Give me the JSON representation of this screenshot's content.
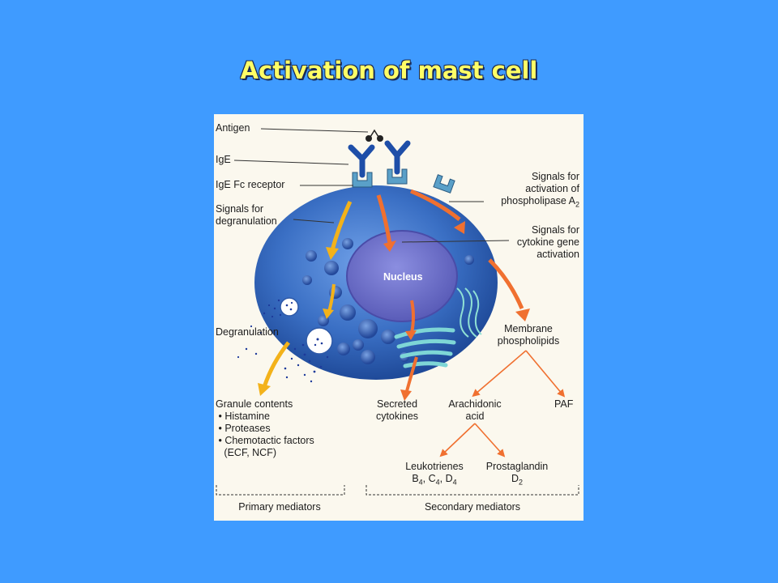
{
  "slide": {
    "title": "Activation of mast cell"
  },
  "labels": {
    "antigen": "Antigen",
    "ige": "IgE",
    "ige_fc_receptor": "IgE Fc receptor",
    "signals_degranulation_1": "Signals for",
    "signals_degranulation_2": "degranulation",
    "signals_phospholipase_1": "Signals for",
    "signals_phospholipase_2": "activation of",
    "signals_phospholipase_3": "phospholipase A",
    "signals_phospholipase_sub": "2",
    "signals_cytokine_1": "Signals for",
    "signals_cytokine_2": "cytokine gene",
    "signals_cytokine_3": "activation",
    "nucleus": "Nucleus",
    "degranulation": "Degranulation",
    "membrane_phospholipids_1": "Membrane",
    "membrane_phospholipids_2": "phospholipids",
    "granule_contents": "Granule contents",
    "granule_items": [
      "Histamine",
      "Proteases",
      "Chemotactic factors"
    ],
    "granule_items_extra": "(ECF, NCF)",
    "secreted_cytokines_1": "Secreted",
    "secreted_cytokines_2": "cytokines",
    "arachidonic_acid_1": "Arachidonic",
    "arachidonic_acid_2": "acid",
    "paf": "PAF",
    "leukotrienes_1": "Leukotrienes",
    "leukotrienes_b": "B",
    "leukotrienes_b_sub": "4",
    "leukotrienes_c": "C",
    "leukotrienes_c_sub": "4",
    "leukotrienes_d": "D",
    "leukotrienes_d_sub": "4",
    "prostaglandin_1": "Prostaglandin",
    "prostaglandin_d": "D",
    "prostaglandin_d_sub": "2",
    "primary_mediators": "Primary mediators",
    "secondary_mediators": "Secondary mediators"
  },
  "colors": {
    "background": "#3f9bff",
    "title": "#ffff66",
    "panel": "#fbf8ee",
    "cell": "#2c63b8",
    "orange_arrow": "#f07030",
    "yellow_arrow": "#f3b21a",
    "antibody": "#1e4ea8"
  }
}
